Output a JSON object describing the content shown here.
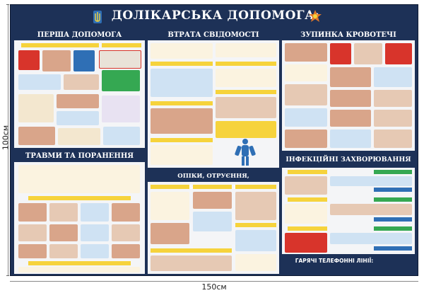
{
  "dimensions": {
    "height_label": "100см",
    "width_label": "150см"
  },
  "poster": {
    "title": "ДОЛІКАРСЬКА ДОПОМОГА:",
    "emblems": [
      "ukraine-trident-icon",
      "dsns-emblem-icon"
    ]
  },
  "sections": {
    "first_aid": {
      "title": "ПЕРША ДОПОМОГА"
    },
    "consciousness": {
      "title": "ВТРАТА СВІДОМОСТІ"
    },
    "bleeding": {
      "title": "ЗУПИНКА КРОВОТЕЧІ"
    },
    "injuries": {
      "title": "ТРАВМИ ТА ПОРАНЕННЯ"
    },
    "burns": {
      "title": "ОПІКИ, ОТРУЄННЯ, ОБМОРОЖЕННЯ"
    },
    "infections": {
      "title": "ІНФЕКЦІЙНІ ЗАХВОРЮВАННЯ"
    }
  },
  "hotlines": {
    "title": "ГАРЯЧІ ТЕЛЕФОННІ ЛІНІЇ:"
  },
  "colors": {
    "board": "#1d3157",
    "panel": "#f4f5f7",
    "accent_yellow": "#f6d33c",
    "accent_red": "#d8342b",
    "accent_green": "#35a852",
    "accent_blue": "#2f6fb5"
  }
}
